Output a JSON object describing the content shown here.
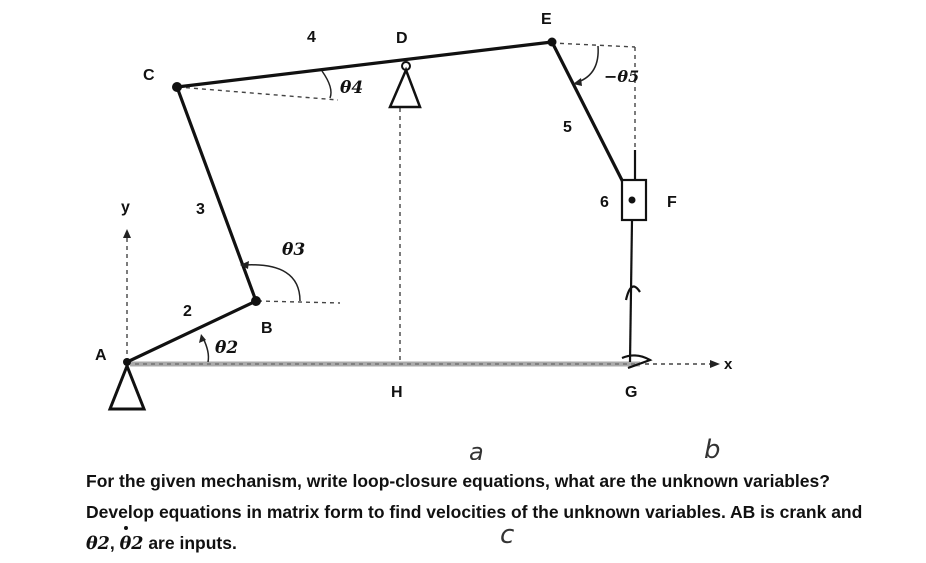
{
  "points": {
    "A": "A",
    "B": "B",
    "C": "C",
    "D": "D",
    "E": "E",
    "F": "F",
    "G": "G",
    "H": "H"
  },
  "links": {
    "l2": "2",
    "l3": "3",
    "l4": "4",
    "l5": "5",
    "l6": "6"
  },
  "axes": {
    "x": "x",
    "y": "y"
  },
  "angles": {
    "theta2": "θ2",
    "theta3": "θ3",
    "theta4": "θ4",
    "theta5": "−θ5"
  },
  "handwritten": {
    "a": "a",
    "b": "b",
    "c": "c"
  },
  "question": {
    "line1": "For the given mechanism, write loop-closure equations, what are the unknown variables?",
    "line2": "Develop equations in matrix form to find velocities of the unknown variables. AB is crank and",
    "line3_theta": "θ2",
    "line3_sep": ", ",
    "line3_thetadot": "θ2",
    "line3_rest": " are inputs."
  }
}
